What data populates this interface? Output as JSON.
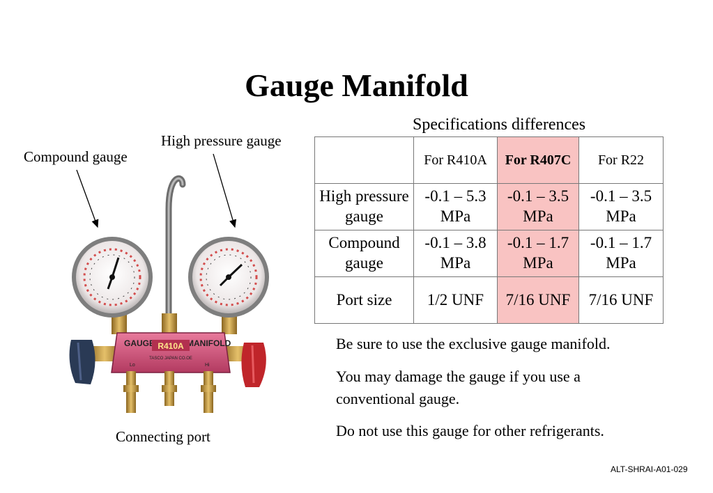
{
  "title": "Gauge Manifold",
  "labels": {
    "compound_gauge": "Compound gauge",
    "high_pressure_gauge": "High pressure gauge",
    "connecting_port": "Connecting port"
  },
  "manifold": {
    "body_text_1": "GAUGE",
    "body_text_2": "MANIFOLD",
    "model": "R410A",
    "brand": "TASCO JAPAN CO.OE",
    "lo": "Lo",
    "hi": "Hi"
  },
  "spec_table": {
    "caption": "Specifications differences",
    "headers": [
      "",
      "For R410A",
      "For R407C",
      "For R22"
    ],
    "rows": [
      {
        "label": "High pressure gauge",
        "r410a": "-0.1 – 5.3 MPa",
        "r407c": "-0.1 – 3.5 MPa",
        "r22": "-0.1 – 3.5 MPa"
      },
      {
        "label": "Compound gauge",
        "r410a": "-0.1 – 3.8 MPa",
        "r407c": "-0.1 – 1.7 MPa",
        "r22": "-0.1 – 1.7 MPa"
      },
      {
        "label": "Port size",
        "r410a": "1/2 UNF",
        "r407c": "7/16 UNF",
        "r22": "7/16 UNF"
      }
    ]
  },
  "notes": [
    "Be sure to use the exclusive gauge manifold.",
    "You may damage the gauge if you use a conventional gauge.",
    "Do not use this gauge for other refrigerants."
  ],
  "doc_code": "ALT-SHRAI-A01-029",
  "colors": {
    "highlight": "#f9c3c2",
    "manifold_body": "#d2527a",
    "left_knob": "#2a3a55",
    "right_knob": "#c0252a",
    "brass": "#c99a3c"
  }
}
